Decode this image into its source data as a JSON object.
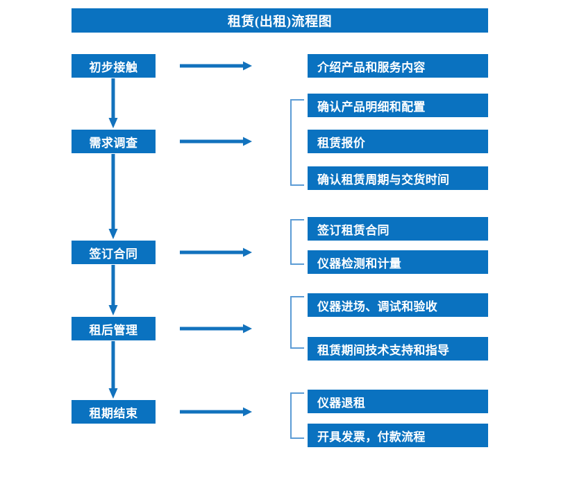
{
  "title": "租赁(出租)流程图",
  "colors": {
    "box_blue": "#0a72c0",
    "arrow_blue": "#1272bd",
    "bracket_blue": "#5b9bd5",
    "text_white": "#ffffff",
    "background": "#ffffff"
  },
  "flow": {
    "stages": [
      {
        "label": "初步接触"
      },
      {
        "label": "需求调查"
      },
      {
        "label": "签订合同"
      },
      {
        "label": "租后管理"
      },
      {
        "label": "租期结束"
      }
    ],
    "details": [
      {
        "label": "介绍产品和服务内容"
      },
      {
        "label": "确认产品明细和配置"
      },
      {
        "label": "租赁报价"
      },
      {
        "label": "确认租赁周期与交货时间"
      },
      {
        "label": "签订租赁合同"
      },
      {
        "label": "仪器检测和计量"
      },
      {
        "label": "仪器进场、调试和验收"
      },
      {
        "label": "租赁期间技术支持和指导"
      },
      {
        "label": "仪器退租"
      },
      {
        "label": "开具发票，付款流程"
      }
    ],
    "groups": [
      {
        "stage": "初步接触",
        "detail_labels": [
          "介绍产品和服务内容"
        ],
        "bracketed": false
      },
      {
        "stage": "需求调查",
        "detail_labels": [
          "确认产品明细和配置",
          "租赁报价",
          "确认租赁周期与交货时间"
        ],
        "bracketed": true
      },
      {
        "stage": "签订合同",
        "detail_labels": [
          "签订租赁合同",
          "仪器检测和计量"
        ],
        "bracketed": true
      },
      {
        "stage": "租后管理",
        "detail_labels": [
          "仪器进场、调试和验收",
          "租赁期间技术支持和指导"
        ],
        "bracketed": true
      },
      {
        "stage": "租期结束",
        "detail_labels": [
          "仪器退租",
          "开具发票，付款流程"
        ],
        "bracketed": true
      }
    ]
  }
}
